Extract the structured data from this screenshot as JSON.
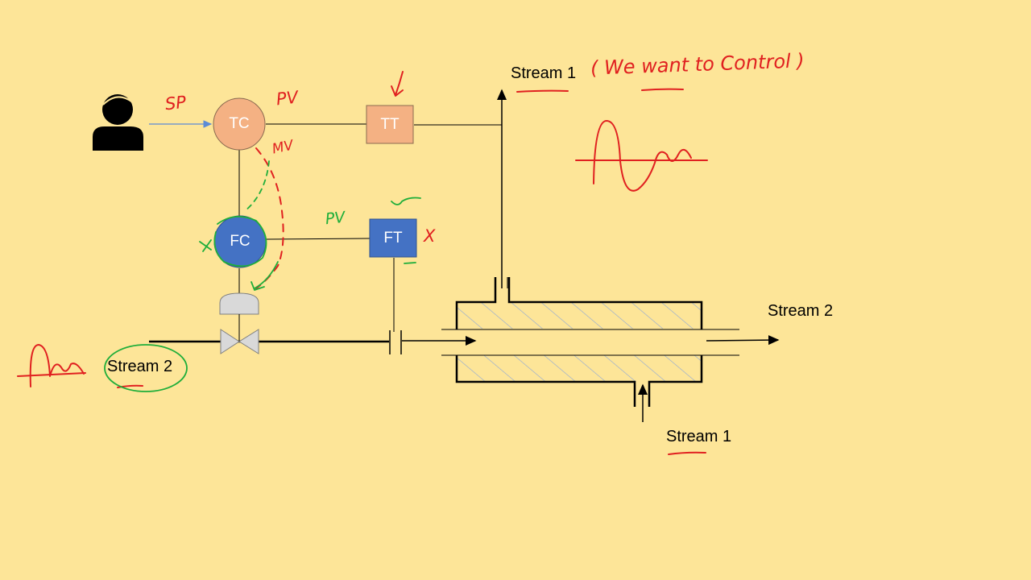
{
  "instruments": {
    "tc": {
      "label": "TC",
      "color": "#f4b183"
    },
    "tt": {
      "label": "TT",
      "color": "#f4b183"
    },
    "fc": {
      "label": "FC",
      "color": "#4472c4"
    },
    "ft": {
      "label": "FT",
      "color": "#4472c4"
    }
  },
  "streams": {
    "stream1_top": "Stream 1",
    "stream1_bottom": "Stream 1",
    "stream2_left": "Stream 2",
    "stream2_right": "Stream 2"
  },
  "annotations": {
    "sp": "SP",
    "pv_top": "PV",
    "pv_mid": "PV",
    "mv": "MV",
    "control_note": "( We want to Control )",
    "x_mark": "X"
  },
  "colors": {
    "background": "#fde598",
    "red_ink": "#e02020",
    "green_ink": "#1fae3a",
    "line": "#000000",
    "signal_blue": "#5b8bd6"
  },
  "icons": {
    "operator": "operator-person-icon",
    "valve": "control-valve-icon",
    "orifice": "orifice-plate-icon"
  }
}
